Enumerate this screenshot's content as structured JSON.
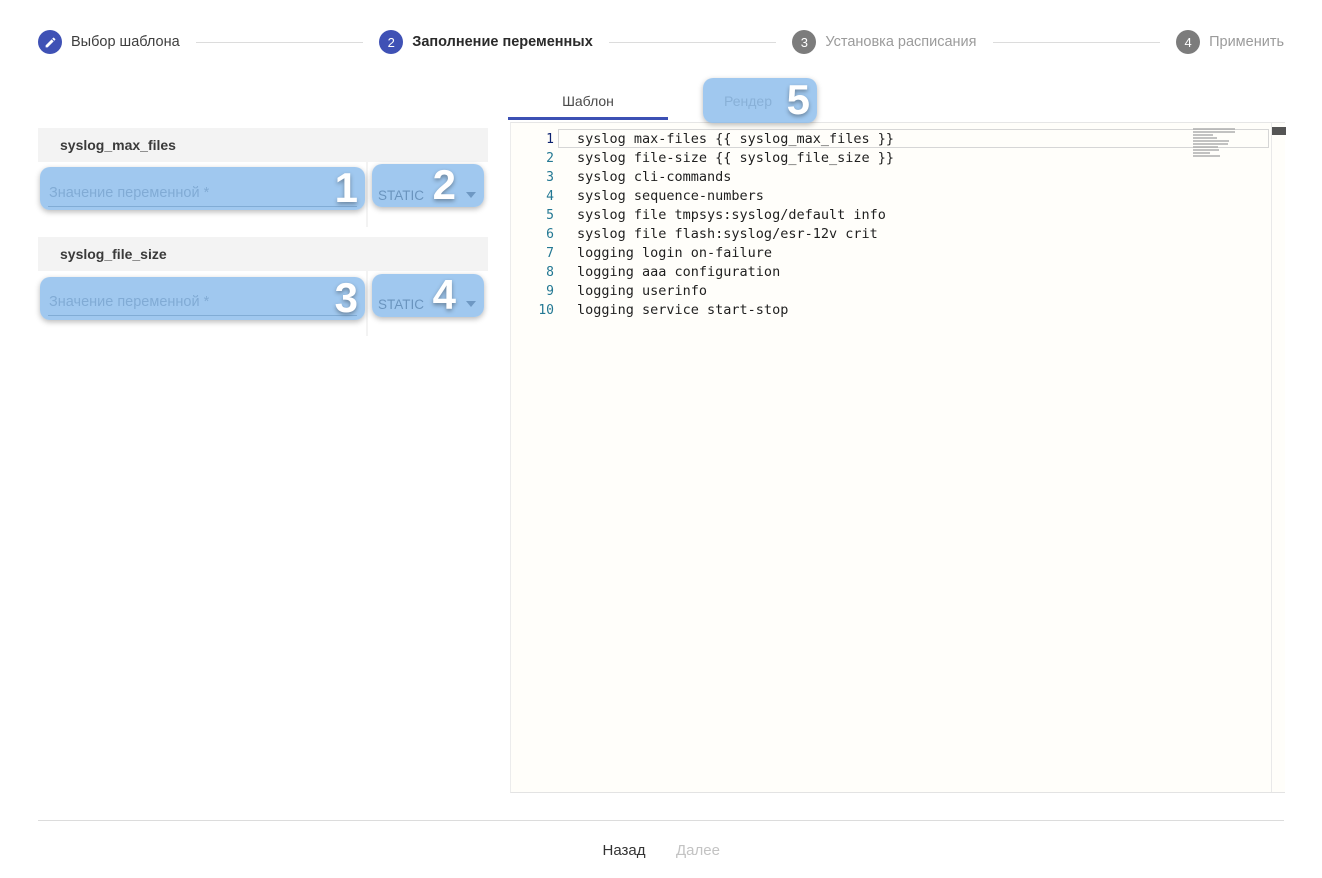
{
  "colors": {
    "primary": "#3f51b5",
    "annotation_fill": "#9ec7ee",
    "line_number": "#237893",
    "active_line_number": "#0b216f",
    "connector": "#dcdcdc"
  },
  "stepper": {
    "steps": [
      {
        "label": "Выбор шаблона",
        "state": "complete",
        "icon": "pencil-icon"
      },
      {
        "number": "2",
        "label": "Заполнение переменных",
        "state": "active"
      },
      {
        "number": "3",
        "label": "Установка расписания",
        "state": "inactive"
      },
      {
        "number": "4",
        "label": "Применить",
        "state": "inactive"
      }
    ]
  },
  "tabs": [
    {
      "label": "Шаблон",
      "state": "active"
    },
    {
      "label": "Рендер",
      "state": "disabled"
    }
  ],
  "marks": {
    "input1": "1",
    "type1": "2",
    "input2": "3",
    "type2": "4",
    "render_tab": "5"
  },
  "variables": [
    {
      "name": "syslog_max_files",
      "placeholder": "Значение переменной *",
      "value": "",
      "type": "STATIC"
    },
    {
      "name": "syslog_file_size",
      "placeholder": "Значение переменной *",
      "value": "",
      "type": "STATIC"
    }
  ],
  "editor": {
    "lines": [
      {
        "num": "1",
        "text": "syslog max-files {{ syslog_max_files }}"
      },
      {
        "num": "2",
        "text": "syslog file-size {{ syslog_file_size }}"
      },
      {
        "num": "3",
        "text": "syslog cli-commands"
      },
      {
        "num": "4",
        "text": "syslog sequence-numbers"
      },
      {
        "num": "5",
        "text": "syslog file tmpsys:syslog/default info"
      },
      {
        "num": "6",
        "text": "syslog file flash:syslog/esr-12v crit"
      },
      {
        "num": "7",
        "text": "logging login on-failure"
      },
      {
        "num": "8",
        "text": "logging aaa configuration"
      },
      {
        "num": "9",
        "text": "logging userinfo"
      },
      {
        "num": "10",
        "text": "logging service start-stop"
      }
    ]
  },
  "footer": {
    "back_label": "Назад",
    "next_label": "Далее"
  }
}
